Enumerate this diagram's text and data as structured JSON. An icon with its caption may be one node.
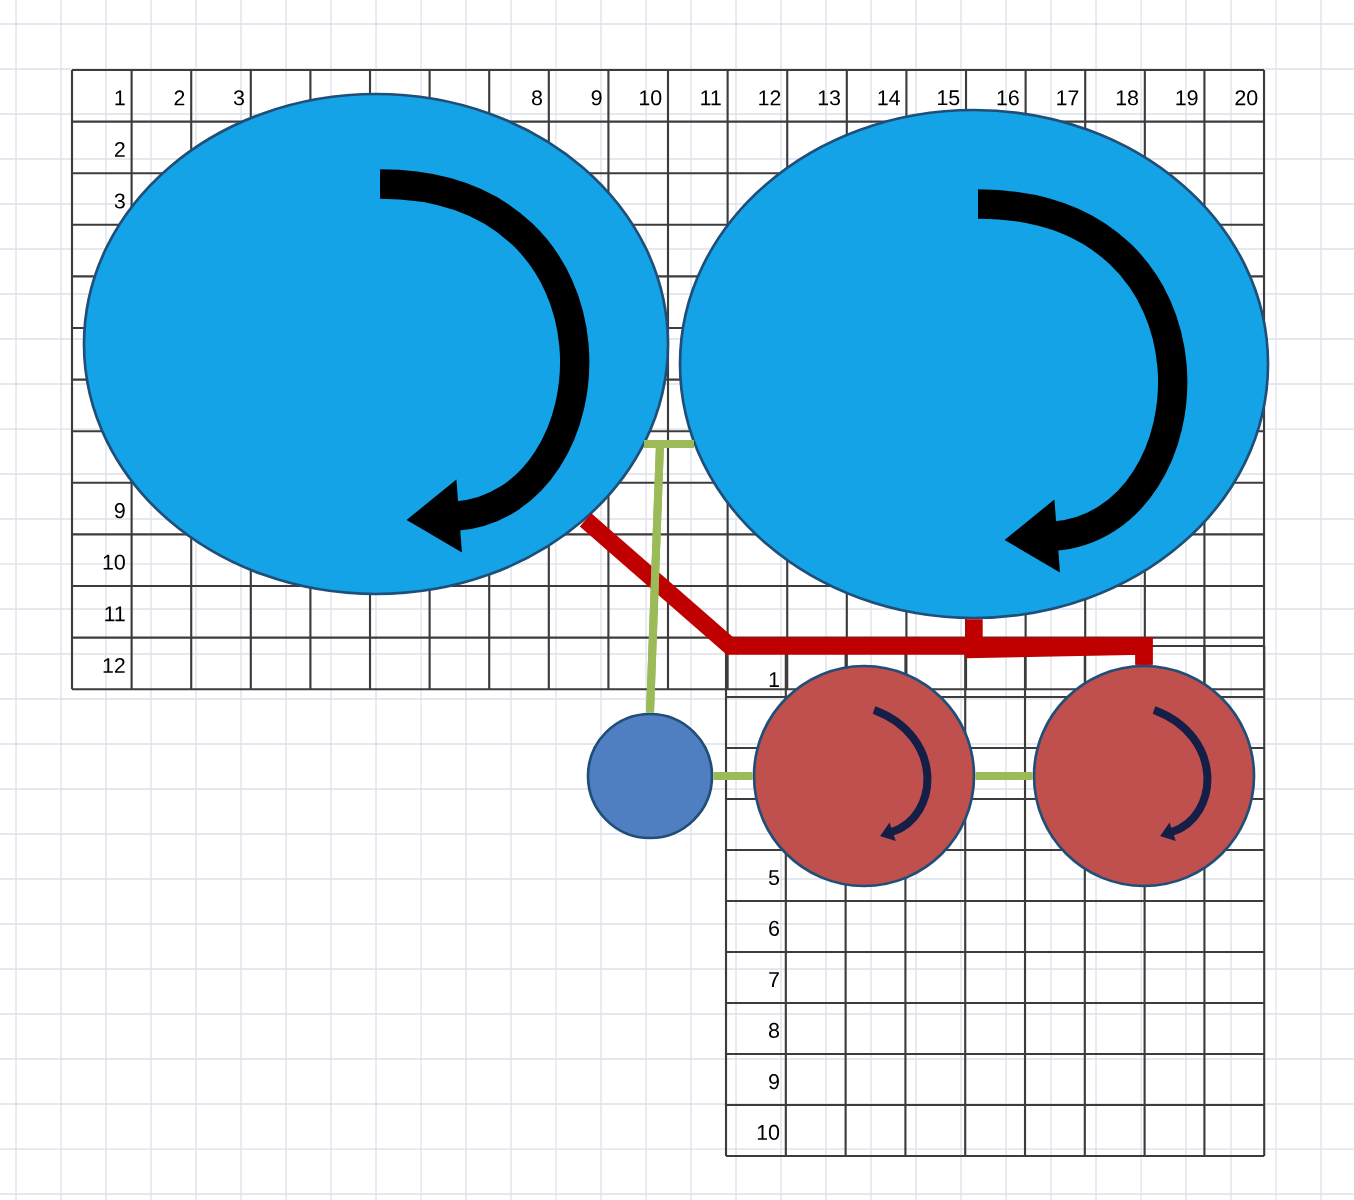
{
  "diagram": {
    "nodes": [
      {
        "text": [],
        "shape": "ellipse"
      },
      {
        "text": [],
        "shape": "ellipse"
      },
      {
        "text": [],
        "shape": "circle"
      },
      {
        "text": [],
        "shape": "circle"
      },
      {
        "text": [],
        "shape": "circle"
      }
    ],
    "edges": [
      {
        "from": 0,
        "to": 4,
        "arrow": "none",
        "style": "thick",
        "color": "#c00000"
      },
      {
        "from": 1,
        "to": 4,
        "arrow": "none",
        "style": "thick",
        "color": "#c00000"
      },
      {
        "from": 2,
        "to": 0,
        "arrow": "none"
      },
      {
        "from": 2,
        "to": 1,
        "arrow": "none"
      },
      {
        "from": 2,
        "to": 3,
        "arrow": "none"
      },
      {
        "from": 3,
        "to": 4,
        "arrow": "none"
      }
    ],
    "labels": [
      "1",
      "2",
      "3",
      "8",
      "9",
      "10",
      "11",
      "12",
      "13",
      "14",
      "15",
      "16",
      "17",
      "18",
      "19",
      "20",
      "2",
      "3",
      "9",
      "10",
      "11",
      "12",
      "1",
      "5",
      "6",
      "7",
      "8",
      "9",
      "10"
    ]
  }
}
